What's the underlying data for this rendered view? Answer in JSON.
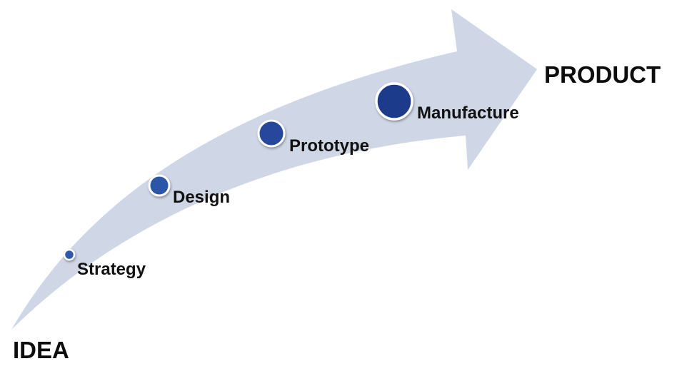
{
  "diagram": {
    "start_label": "IDEA",
    "end_label": "PRODUCT",
    "stages": [
      {
        "label": "Strategy"
      },
      {
        "label": "Design"
      },
      {
        "label": "Prototype"
      },
      {
        "label": "Manufacture"
      }
    ]
  },
  "colors": {
    "arrow_fill": "#cfd6e6",
    "dot_fill_light": "#2e5aa8",
    "dot_fill_dark": "#1f3a8a",
    "dot_stroke": "#ffffff",
    "text": "#111111"
  }
}
